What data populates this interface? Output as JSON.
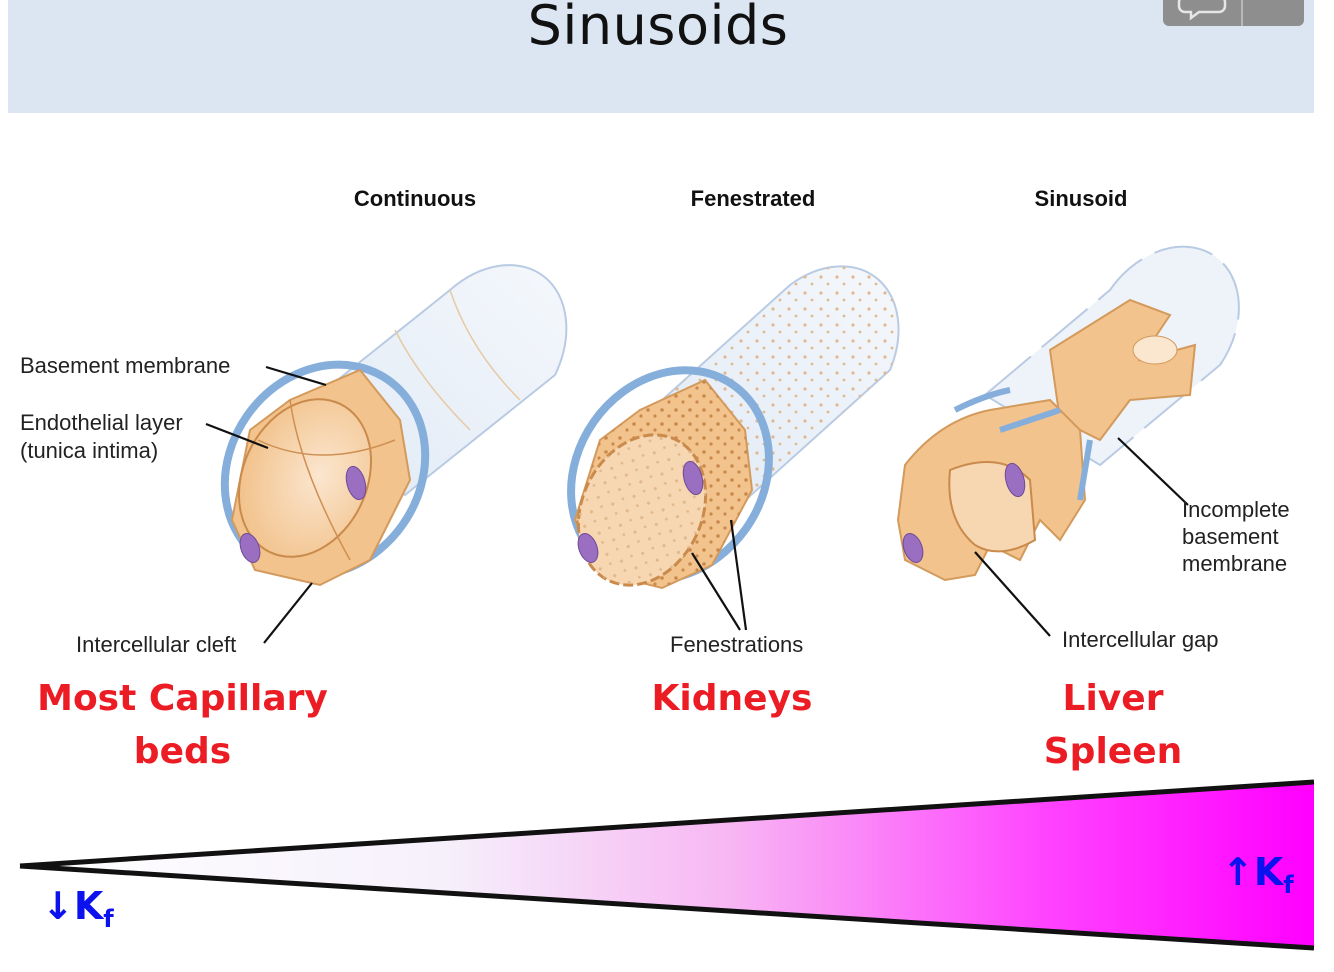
{
  "slide": {
    "title": "Sinusoids"
  },
  "columns": {
    "continuous": "Continuous",
    "fenestrated": "Fenestrated",
    "sinusoid": "Sinusoid"
  },
  "labels": {
    "basement_membrane": "Basement membrane",
    "endothelial_layer_1": "Endothelial layer",
    "endothelial_layer_2": "(tunica intima)",
    "intercellular_cleft": "Intercellular cleft",
    "fenestrations": "Fenestrations",
    "incomplete_1": "Incomplete",
    "incomplete_2": "basement",
    "incomplete_3": "membrane",
    "intercellular_gap": "Intercellular gap"
  },
  "organs": {
    "continuous_1": "Most Capillary",
    "continuous_2": "beds",
    "fenestrated_1": "Kidneys",
    "sinusoid_1": "Liver",
    "sinusoid_2": "Spleen"
  },
  "gradient": {
    "low_arrow": "↓",
    "high_arrow": "↑",
    "symbol": "K",
    "subscript": "f",
    "start_color": "#ffffff",
    "end_color": "#ff00ff"
  },
  "colors": {
    "header_bg": "#dce6f2",
    "organ_text": "#ec1c24",
    "kf_text": "#0b12ee",
    "vessel_tan": "#f2c38d",
    "membrane_blue": "#7fa9d8",
    "nucleus_purple": "#9a6fc2"
  },
  "icons": {
    "comment": "comment-icon",
    "more": "toolbar-button"
  }
}
